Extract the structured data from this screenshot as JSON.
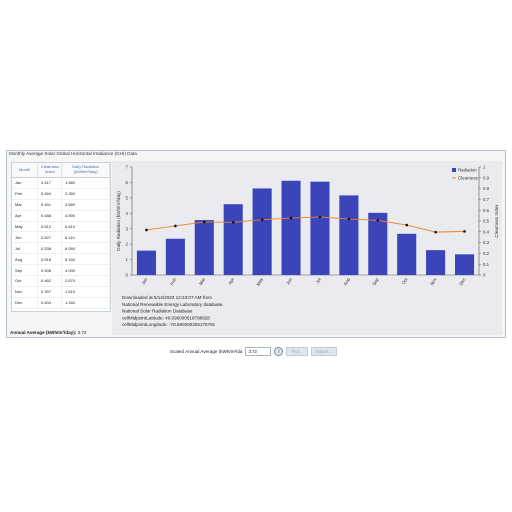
{
  "panel": {
    "title": "Monthly Average Solar Global Horizontal Irradiance (GHI) Data",
    "annual_label": "Annual Average (kWh/m²/day):",
    "annual_value": "3.72"
  },
  "table": {
    "headers": [
      "Month",
      "Clearness Index",
      "Daily Radiation (kWh/m²/day)"
    ],
    "rows": [
      [
        "Jan",
        "0.417",
        "1.580"
      ],
      [
        "Feb",
        "0.454",
        "2.350"
      ],
      [
        "Mar",
        "0.491",
        "3.560"
      ],
      [
        "Apr",
        "0.488",
        "4.590"
      ],
      [
        "May",
        "0.512",
        "5.610"
      ],
      [
        "Jun",
        "0.527",
        "6.110"
      ],
      [
        "Jul",
        "0.538",
        "6.050"
      ],
      [
        "Aug",
        "0.518",
        "5.160"
      ],
      [
        "Sep",
        "0.506",
        "4.030"
      ],
      [
        "Oct",
        "0.462",
        "2.670"
      ],
      [
        "Nov",
        "0.397",
        "1.610"
      ],
      [
        "Dec",
        "0.404",
        "1.340"
      ]
    ]
  },
  "chart_data": {
    "type": "bar",
    "categories": [
      "Jan",
      "Feb",
      "Mar",
      "Apr",
      "May",
      "Jun",
      "Jul",
      "Aug",
      "Sep",
      "Oct",
      "Nov",
      "Dec"
    ],
    "series": [
      {
        "name": "Radiation",
        "values": [
          1.58,
          2.35,
          3.56,
          4.59,
          5.61,
          6.11,
          6.05,
          5.16,
          4.03,
          2.67,
          1.61,
          1.34
        ],
        "color": "#3b44b8",
        "axis": "left"
      },
      {
        "name": "Clearness",
        "values": [
          0.417,
          0.454,
          0.491,
          0.488,
          0.512,
          0.527,
          0.538,
          0.518,
          0.506,
          0.462,
          0.397,
          0.404
        ],
        "color": "#f08030",
        "axis": "right"
      }
    ],
    "ylabel": "Daily Radiation (kWh/m²/day)",
    "y2label": "Clearness Index",
    "ylim": [
      0,
      7
    ],
    "yticks": [
      "0",
      "1",
      "2",
      "3",
      "4",
      "5",
      "6",
      "7"
    ],
    "y2lim": [
      0,
      1
    ],
    "y2ticks": [
      "0",
      "0.1",
      "0.2",
      "0.3",
      "0.4",
      "0.5",
      "0.6",
      "0.7",
      "0.8",
      "0.9",
      "1"
    ],
    "xticks": [
      "Jan",
      "Feb",
      "Mar",
      "Apr",
      "May",
      "Jun",
      "Jul",
      "Aug",
      "Sep",
      "Oct",
      "Nov",
      "Dec"
    ],
    "legend": "top-right",
    "grid": false
  },
  "info": {
    "lines": [
      "Downloaded at 5/14/2023 12:23:07 AM from",
      "National Renewable Energy Laboratory database.",
      "National Solar Radiation Database",
      "cellMidpointLatitude: 40.096000518798828",
      "cellMidpointLongitude: -78.680000305175781"
    ]
  },
  "scaled": {
    "label": "Scaled Annual Average (kWh/m²/da",
    "value": "3.72",
    "info_glyph": "i",
    "plot_label": "Plot...",
    "export_label": "Export..."
  },
  "colors": {
    "bar": "#3b44b8",
    "line": "#f08030",
    "header_text": "#4a6da8"
  }
}
